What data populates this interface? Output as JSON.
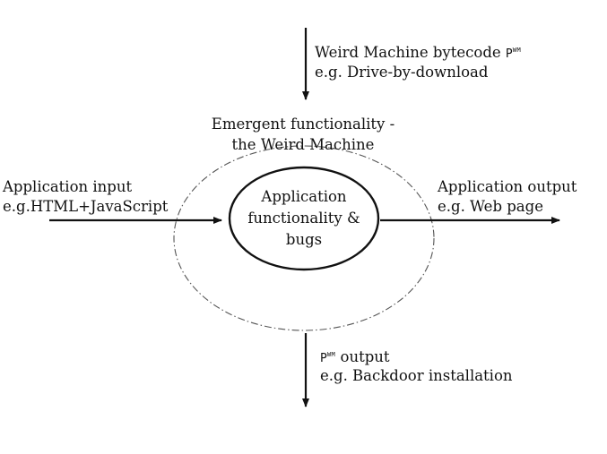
{
  "top": {
    "line1_text": "Weird Machine bytecode",
    "line1_symbol": "P",
    "line1_superscript": "WM",
    "line2": "e.g. Drive-by-download"
  },
  "emergent": {
    "line1": "Emergent functionality -",
    "line2": "the Weird Machine"
  },
  "input": {
    "line1": "Application input",
    "line2": "e.g.HTML+JavaScript"
  },
  "output": {
    "line1": "Application output",
    "line2": "e.g. Web page"
  },
  "core": {
    "line1": "Application",
    "line2": "functionality &",
    "line3": "bugs"
  },
  "bottom": {
    "line1_symbol": "P",
    "line1_superscript": "WM",
    "line1_text": "output",
    "line2": "e.g. Backdoor installation"
  },
  "colors": {
    "stroke": "#111111",
    "dashed": "#555555",
    "background": "#ffffff"
  }
}
